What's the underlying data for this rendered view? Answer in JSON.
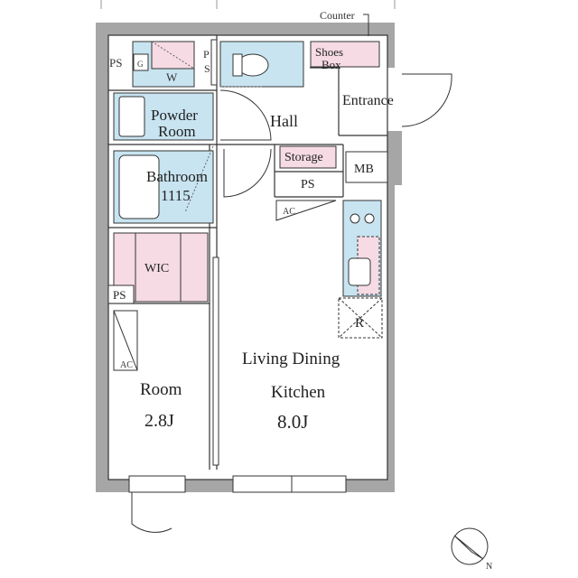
{
  "labels": {
    "counter": "Counter",
    "ps": "PS",
    "w": "W",
    "shoes_box_line1": "Shoes",
    "shoes_box_line2": "Box",
    "powder_room_line1": "Powder",
    "powder_room_line2": "Room",
    "hall": "Hall",
    "entrance": "Entrance",
    "storage": "Storage",
    "mb": "MB",
    "bathroom_line1": "Bathroom",
    "bathroom_line2": "1115",
    "ac": "AC",
    "wic": "WIC",
    "r": "R",
    "room": "Room",
    "room_size": "2.8J",
    "ldk_line1": "Living Dining",
    "ldk_line2": "Kitchen",
    "ldk_size": "8.0J",
    "north": "N"
  },
  "colors": {
    "wall": "#a6a6a6",
    "wet_area": "#c8e4f1",
    "storage": "#f6dbe4",
    "line": "#333333"
  },
  "icons": [
    "compass-icon",
    "toilet-icon",
    "bathtub-icon",
    "stove-icon",
    "sink-icon"
  ]
}
